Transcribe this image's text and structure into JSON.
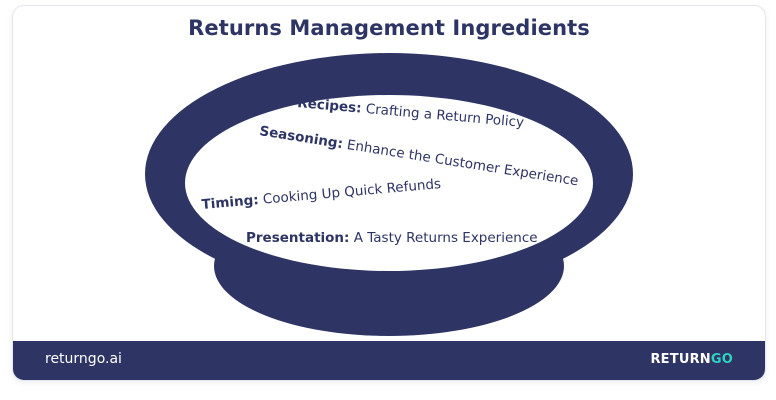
{
  "title": "Returns Management Ingredients",
  "items": [
    {
      "label": "Recipes:",
      "text": " Crafting a Return Policy"
    },
    {
      "label": "Seasoning:",
      "text": " Enhance the Customer Experience"
    },
    {
      "label": "Timing:",
      "text": " Cooking Up Quick Refunds"
    },
    {
      "label": "Presentation:",
      "text": " A Tasty Returns Experience"
    }
  ],
  "footer": {
    "url": "returngo.ai",
    "logo_main": "RETURN",
    "logo_accent": "GO"
  },
  "colors": {
    "navy": "#2e3464",
    "accent": "#2fd3c1",
    "background": "#ffffff"
  }
}
